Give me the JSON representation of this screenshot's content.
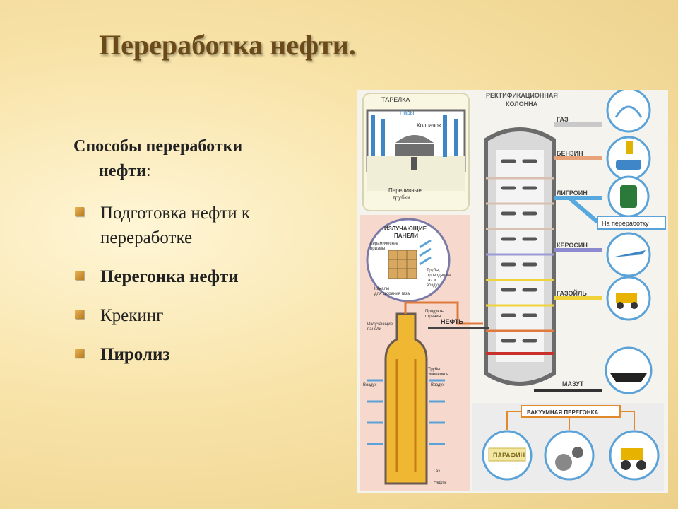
{
  "slide": {
    "title": "Переработка нефти.",
    "subtitle_line1": "Способы переработки",
    "subtitle_line2": "нефти",
    "subtitle_colon": ":",
    "bullets": [
      "Подготовка нефти к переработке",
      "Перегонка нефти",
      "Крекинг",
      "Пиролиз"
    ]
  },
  "diagram": {
    "inset_tray": {
      "title": "ТАРЕЛКА",
      "vapors": "Пары",
      "cap": "Колпачок",
      "overflow_1": "Переливные",
      "overflow_2": "трубки"
    },
    "column_title_1": "РЕКТИФИКАЦИОННАЯ",
    "column_title_2": "КОЛОННА",
    "fractions": [
      "ГАЗ",
      "БЕНЗИН",
      "ЛИГРОИН",
      "КЕРОСИН",
      "ГАЗОЙЛЬ",
      "МАЗУТ"
    ],
    "to_processing": "На переработку",
    "furnace": {
      "panels_1": "ИЗЛУЧАЮЩИЕ",
      "panels_2": "ПАНЕЛИ",
      "ceramic_1": "Керамические",
      "ceramic_2": "призмы",
      "tubes_1": "Трубы,",
      "tubes_2": "проводящие",
      "tubes_3": "газ и",
      "tubes_4": "воздух",
      "channels_1": "Каналы",
      "channels_2": "для сгорания газа",
      "radiating_1": "Излучающие",
      "radiating_2": "панели",
      "combustion_1": "Продукты",
      "combustion_2": "горения",
      "coil_1": "Трубы",
      "coil_2": "змеевиков",
      "air_left": "Воздух",
      "air_right": "Воздух",
      "gas": "Газ",
      "oil_in": "Нефть"
    },
    "oil_label": "НЕФТЬ",
    "vacuum": "ВАКУУМНАЯ ПЕРЕГОНКА",
    "paraffin": "ПАРАФИН"
  }
}
